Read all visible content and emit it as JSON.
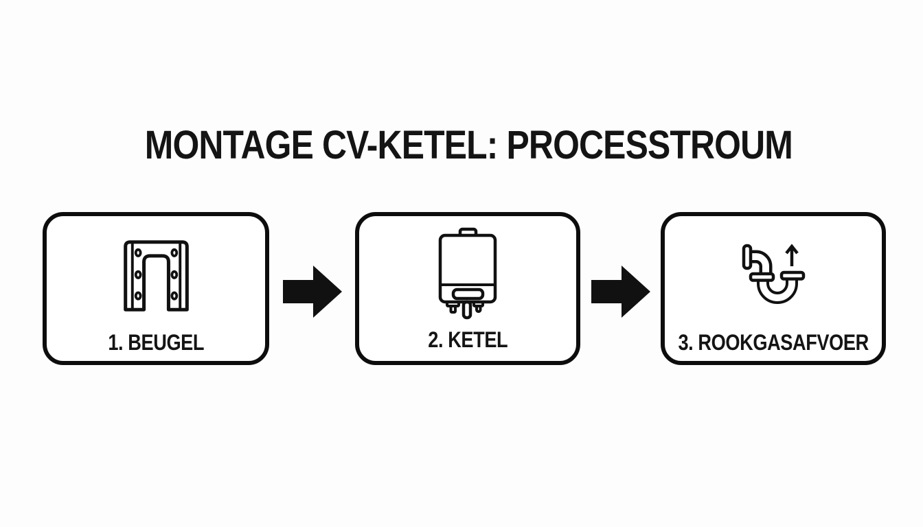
{
  "title": "MONTAGE CV-KETEL: PROCESSTROUM",
  "colors": {
    "background": "#fdfdfd",
    "ink": "#111111",
    "box_fill": "#ffffff",
    "box_border": "#0d0d0d"
  },
  "steps": [
    {
      "label": "1. BEUGEL",
      "icon": "mounting-bracket-icon"
    },
    {
      "label": "2. KETEL",
      "icon": "boiler-icon"
    },
    {
      "label": "3. ROOKGASAFVOER",
      "icon": "flue-pipe-icon"
    }
  ],
  "connectors": [
    {
      "icon": "arrow-right-icon"
    },
    {
      "icon": "arrow-right-icon"
    }
  ]
}
